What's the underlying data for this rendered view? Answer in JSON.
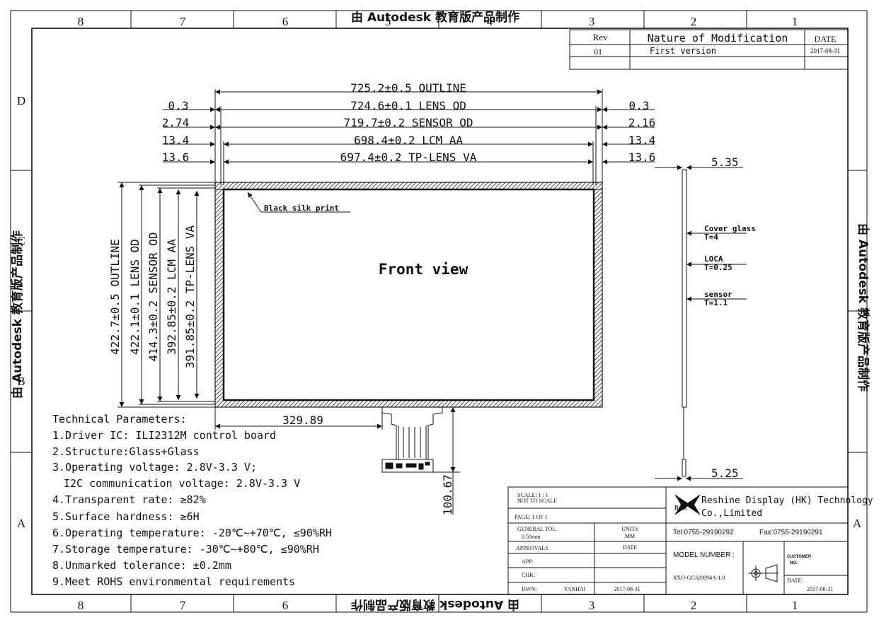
{
  "watermark": "由 Autodesk 教育版产品制作",
  "zones": {
    "columns": [
      "8",
      "7",
      "6",
      "5",
      "4",
      "3",
      "2",
      "1"
    ],
    "rows": [
      "D",
      "C",
      "B",
      "A"
    ]
  },
  "revision_table": {
    "headers": [
      "Rev",
      "Nature of Modification",
      "DATE"
    ],
    "rows": [
      [
        "01",
        "First version",
        "2017-08-31"
      ]
    ]
  },
  "horizontal_dims": {
    "outline": "725.2±0.5 OUTLINE",
    "lens_od": "724.6±0.1 LENS OD",
    "sensor_od": "719.7±0.2 SENSOR OD",
    "lcm_aa": "698.4±0.2 LCM AA",
    "tp_lens_va": "697.4±0.2 TP-LENS VA",
    "left_offsets": [
      "0.3",
      "2.74",
      "13.4",
      "13.6"
    ],
    "right_offsets": [
      "0.3",
      "2.16",
      "13.4",
      "13.6"
    ],
    "fpc_offset": "329.89"
  },
  "vertical_dims": {
    "outline": "422.7±0.5 OUTLINE",
    "lens_od": "422.1±0.1 LENS OD",
    "sensor_od": "414.3±0.2 SENSOR OD",
    "lcm_aa": "392.85±0.2 LCM AA",
    "tp_lens_va": "391.85±0.2 TP-LENS VA",
    "fpc_length": "100.67"
  },
  "front_view": {
    "title": "Front view",
    "silk_label": "Black silk print"
  },
  "side_view": {
    "top_dim": "5.35",
    "bottom_dim": "5.25",
    "layers": [
      {
        "name": "Cover glass",
        "thickness": "T=4"
      },
      {
        "name": "LOCA",
        "thickness": "T=0.25"
      },
      {
        "name": "sensor",
        "thickness": "T=1.1"
      }
    ]
  },
  "tech_params": {
    "title": "Technical Parameters:",
    "items": [
      "1.Driver IC: ILI2312M control board",
      "2.Structure:Glass+Glass",
      "3.Operating voltage: 2.8V-3.3 V;",
      "I2C communication voltage: 2.8V-3.3 V",
      "4.Transparent rate: ≥82%",
      "5.Surface hardness: ≥6H",
      "6.Operating temperature: -20℃~+70℃, ≤90%RH",
      "7.Storage temperature: -30℃~+80℃, ≤90%RH",
      "8.Unmarked tolerance: ±0.2mm",
      "9.Meet ROHS environmental requirements"
    ]
  },
  "title_block": {
    "scale": "SCALE: 1 : 1",
    "not_to_scale": "NOT TO SCALE",
    "page": "PAGE: 1 OF 1",
    "general_tol": "GENERAL TOL.",
    "tol_value": "0.50mm",
    "units": "UNITS",
    "units_value": "MM",
    "approvals": "APPROVALS",
    "date_label": "DATE",
    "app": "APP:",
    "chk": "CHK:",
    "dwn": "DWN:",
    "drawer": "YANHAI",
    "dwn_date": "2017-08-31",
    "logo": "R X",
    "company_line1": "Reshine Display (HK) Technology",
    "company_line2": "Co.,Limited",
    "tel": "Tel:0755-29190292",
    "fax": "Fax:0755-29190291",
    "model_label": "MODEL NUMBER :",
    "model_value": "RXO-GG320094A-1.0",
    "customer_label": "CUSTOMER",
    "no_label": "NO.:",
    "date_field": "DATE:",
    "date_value": "2017-08-31"
  }
}
